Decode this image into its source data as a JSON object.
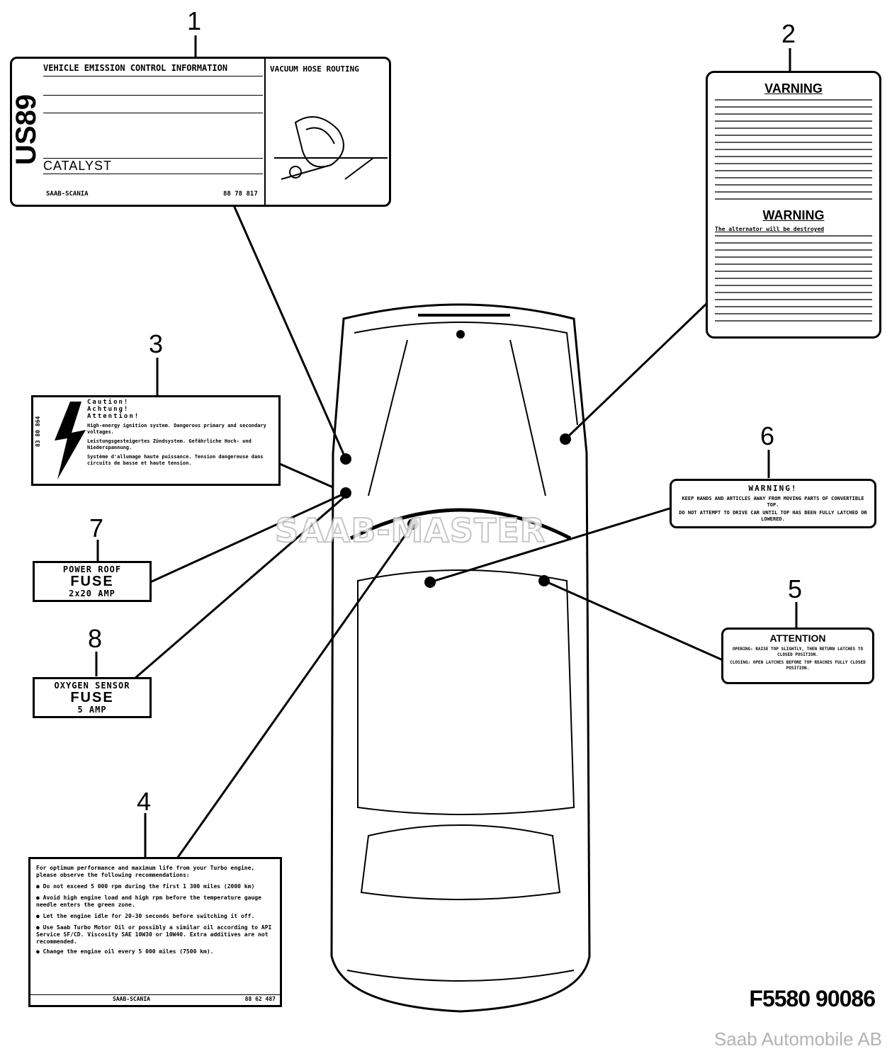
{
  "callouts": {
    "n1": "1",
    "n2": "2",
    "n3": "3",
    "n4": "4",
    "n5": "5",
    "n6": "6",
    "n7": "7",
    "n8": "8"
  },
  "label1": {
    "title": "VEHICLE EMISSION CONTROL INFORMATION",
    "side": "US89",
    "catalyst": "CATALYST",
    "vacuum": "VACUUM HOSE ROUTING",
    "brand": "SAAB-SCANIA",
    "part": "88 78 817"
  },
  "label2": {
    "warning_sv": "VARNING",
    "warning_en": "WARNING",
    "en_head": "The alternator will be destroyed"
  },
  "label3": {
    "head1": "Caution!",
    "head2": "Achtung!",
    "head3": "Attention!",
    "en": "High-energy ignition system. Dangerous primary and secondary voltages.",
    "de": "Leistungsgesteigertes Zündsystem. Gefährliche Hoch- und Niederspannung.",
    "fr": "Système d'allumage haute puissance. Tension dangereuse dans circuits de basse et haute tension.",
    "code": "83 80 864"
  },
  "label4": {
    "intro": "For optimum performance and maximum life from your Turbo engine, please observe the following recommendations:",
    "b1": "Do not exceed 5 000 rpm during the first 1 300 miles (2000 km)",
    "b2": "Avoid high engine load and high rpm before the temperature gauge needle enters the green zone.",
    "b3": "Let the engine idle for 20-30 seconds before switching it off.",
    "b4": "Use Saab Turbo Motor Oil or possibly a similar oil according to API Service SF/CD. Viscosity SAE 10W30 or 10W40. Extra additives are not recommended.",
    "b5": "Change the engine oil every 5 000 miles (7500 km).",
    "brand": "SAAB-SCANIA",
    "part": "88 62 487"
  },
  "label5": {
    "title": "ATTENTION",
    "l1": "OPENING: RAISE TOP SLIGHTLY, THEN RETURN LATCHES TO CLOSED POSITION.",
    "l2": "CLOSING: OPEN LATCHES BEFORE TOP REACHES FULLY CLOSED POSITION."
  },
  "label6": {
    "title": "WARNING!",
    "l1": "KEEP HANDS AND ARTICLES AWAY FROM MOVING PARTS OF CONVERTIBLE TOP.",
    "l2": "DO NOT ATTEMPT TO DRIVE CAR UNTIL TOP HAS BEEN FULLY LATCHED OR LOWERED."
  },
  "label7": {
    "l1": "POWER ROOF",
    "l2": "FUSE",
    "l3": "2x20 AMP"
  },
  "label8": {
    "l1": "OXYGEN SENSOR",
    "l2": "FUSE",
    "l3": "5 AMP"
  },
  "watermark": "SAAB-MASTER",
  "figure_id": "F5580 90086",
  "credit": "Saab Automobile AB"
}
